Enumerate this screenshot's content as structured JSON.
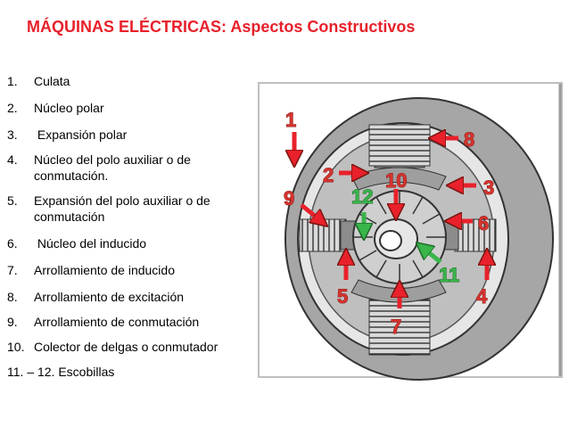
{
  "title": "MÁQUINAS ELÉCTRICAS: Aspectos Constructivos",
  "items": [
    {
      "num": "1.",
      "text": "Culata"
    },
    {
      "num": "2.",
      "text": "Núcleo polar"
    },
    {
      "num": "3.",
      "text": " Expansión polar"
    },
    {
      "num": "4.",
      "text": "Núcleo del polo auxiliar o de conmutación."
    },
    {
      "num": "5.",
      "text": "Expansión del polo auxiliar o de conmutación"
    },
    {
      "num": "6.",
      "text": " Núcleo del inducido"
    },
    {
      "num": "7.",
      "text": "Arrollamiento de inducido"
    },
    {
      "num": "8.",
      "text": "Arrollamiento de excitación"
    },
    {
      "num": "9.",
      "text": "Arrollamiento de conmutación"
    },
    {
      "num": "10.",
      "text": "Colector de delgas o conmutador"
    },
    {
      "num": "",
      "text": "11. – 12. Escobillas"
    }
  ],
  "figure": {
    "labels": [
      "1",
      "2",
      "3",
      "4",
      "5",
      "6",
      "7",
      "8",
      "9",
      "10",
      "11",
      "12"
    ],
    "colors": {
      "red": "#e8212b",
      "green": "#39b54a",
      "gray": "#a6a6a6",
      "dark": "#4d4d4d"
    }
  }
}
